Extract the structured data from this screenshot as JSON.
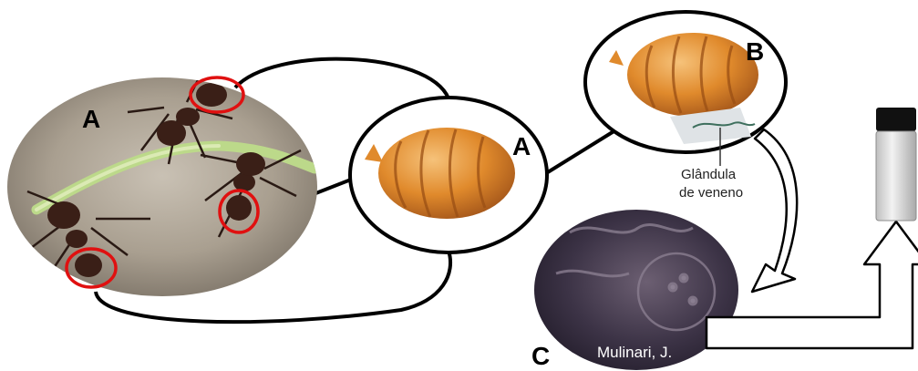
{
  "labels": {
    "photo_ants": "A",
    "abdomen": "A",
    "dissected_abdomen": "B",
    "micrograph": "C"
  },
  "annotations": {
    "gland_line1": "Glândula",
    "gland_line2": "de veneno"
  },
  "credit": "Mulinari, J.",
  "colors": {
    "highlight_circle": "#e01010",
    "abdomen_orange": "#e08a2c",
    "outline": "#000000"
  }
}
